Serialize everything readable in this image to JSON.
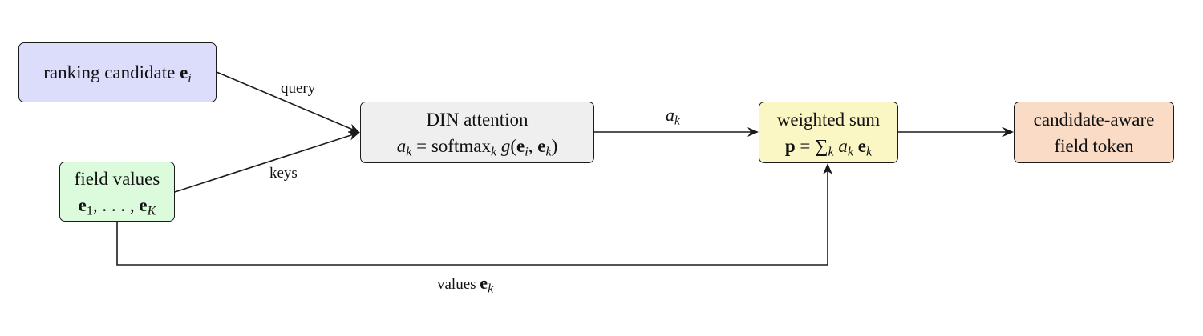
{
  "nodes": {
    "candidate": {
      "text": "ranking candidate ",
      "vec": "e",
      "sub": "i"
    },
    "field_values": {
      "line1": "field values",
      "v1": "e",
      "s1": "1",
      "mid": ", . . . , ",
      "v2": "e",
      "s2": "K"
    },
    "attention": {
      "line1": "DIN attention",
      "a": "a",
      "a_sub": "k",
      "eq": " = softmax",
      "eq_sub": "k",
      "g": " g",
      "open": "(",
      "e1": "e",
      "e1_sub": "i",
      "comma": ", ",
      "e2": "e",
      "e2_sub": "k",
      "close": ")"
    },
    "weighted_sum": {
      "line1": "weighted sum",
      "p": "p",
      "eq": " = ∑",
      "eq_sub": "k",
      "a": " a",
      "a_sub": "k",
      "e": " e",
      "e_sub": "k"
    },
    "token": {
      "line1": "candidate-aware",
      "line2": "field token"
    }
  },
  "edges": {
    "query": "query",
    "keys": "keys",
    "ak": {
      "a": "a",
      "sub": "k"
    },
    "values": {
      "text": "values ",
      "e": "e",
      "sub": "k"
    }
  },
  "colors": {
    "candidate": "#dcdcfb",
    "field_values": "#dcfbdc",
    "attention": "#efefef",
    "weighted_sum": "#fbf7c4",
    "token": "#fadcc6",
    "stroke": "#1b1b1b"
  }
}
